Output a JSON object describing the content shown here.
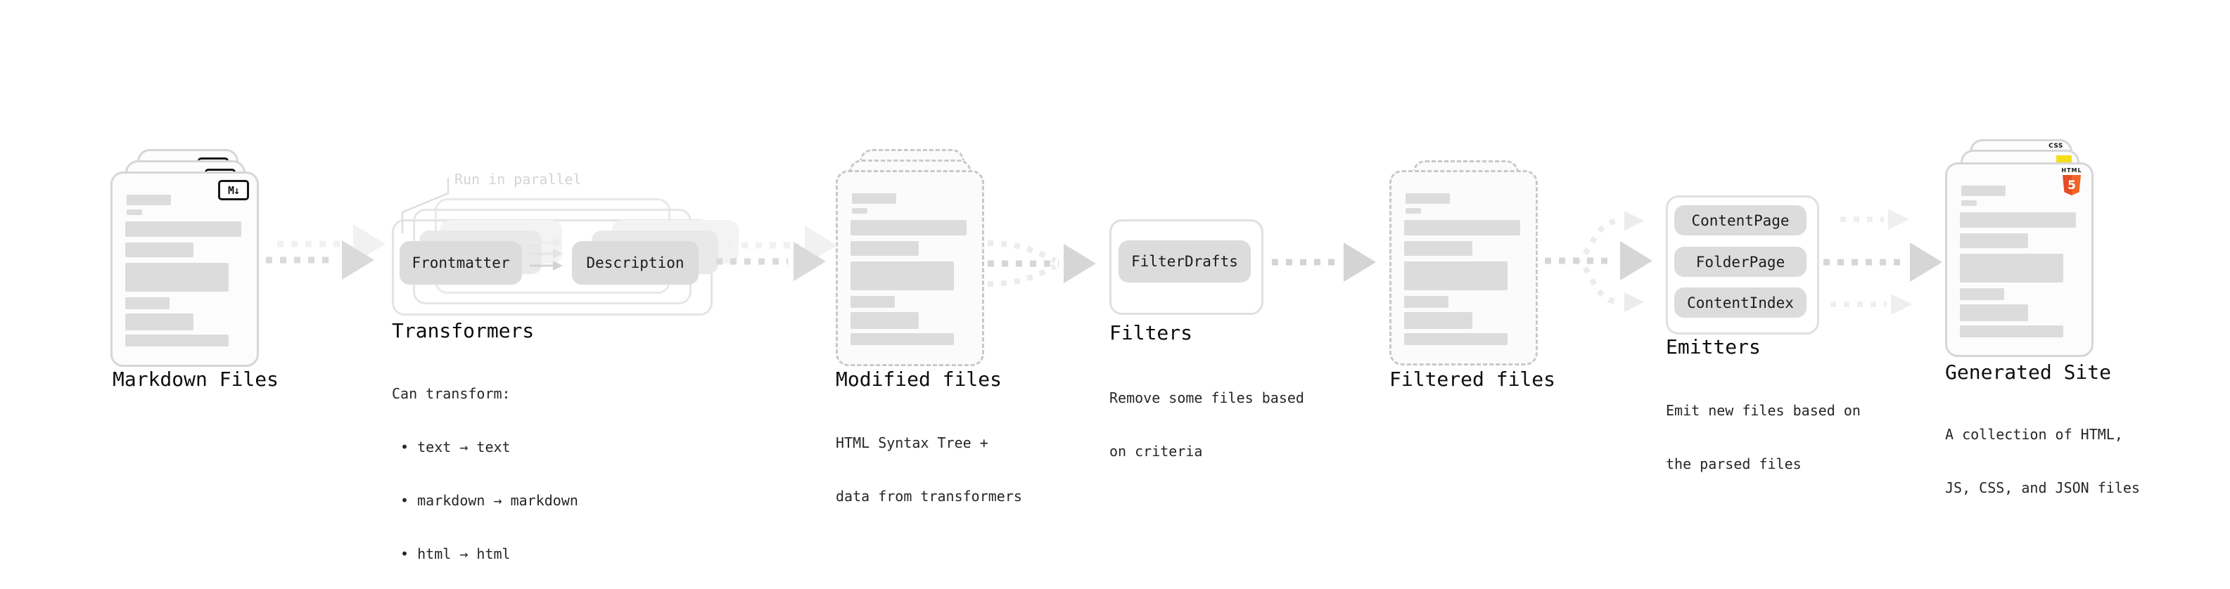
{
  "stages": {
    "markdown_files": {
      "title": "Markdown Files",
      "badge_label": "M↓"
    },
    "transformers": {
      "title": "Transformers",
      "annotation": "Run in parallel",
      "pill_frontmatter": "Frontmatter",
      "pill_description": "Description",
      "caption_lines": [
        "Can transform:",
        " • text → text",
        " • markdown → markdown",
        " • html → html"
      ]
    },
    "modified_files": {
      "title": "Modified files",
      "caption_lines": [
        "HTML Syntax Tree +",
        "data from transformers"
      ]
    },
    "filters": {
      "title": "Filters",
      "pill_filter_drafts": "FilterDrafts",
      "caption_lines": [
        "Remove some files based",
        "on criteria"
      ]
    },
    "filtered_files": {
      "title": "Filtered files"
    },
    "emitters": {
      "title": "Emitters",
      "pill_content_page": "ContentPage",
      "pill_folder_page": "FolderPage",
      "pill_content_index": "ContentIndex",
      "caption_lines": [
        "Emit new files based on",
        "the parsed files"
      ]
    },
    "generated_site": {
      "title": "Generated Site",
      "caption_lines": [
        "A collection of HTML,",
        "JS, CSS, and JSON files"
      ],
      "html5_badge": {
        "label": "HTML",
        "number": "5"
      },
      "css_badge_label": "CSS"
    }
  },
  "colors": {
    "card_border": "#d6d6d6",
    "dashed_border": "#c9c9c9",
    "bar_fill": "#dcdcdc",
    "pill_fill": "#dcdcdc",
    "outline_border": "#e4e4e4",
    "arrow_gray": "#d6d6d6",
    "arrow_light": "#efefef",
    "title_text": "#0d0d0d",
    "caption_text": "#262626",
    "faint_text": "#d4d4d4",
    "html5_orange_dark": "#e44d26",
    "html5_orange": "#f16529",
    "js_yellow": "#f5de19",
    "css_blue": "#2b62e9"
  }
}
